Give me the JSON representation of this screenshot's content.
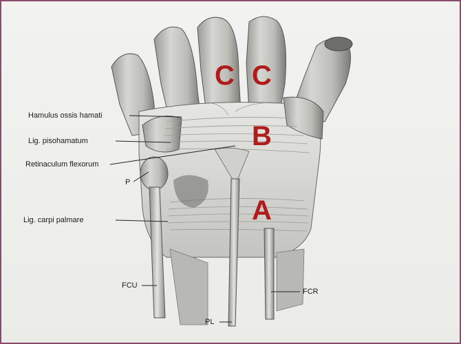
{
  "labels": {
    "hamulus": "Hamulus ossis hamati",
    "pisohamatum": "Lig. pisohamatum",
    "retinaculum": "Retinaculum flexorum",
    "p": "P",
    "carpi_palmare": "Lig. carpi palmare",
    "fcu": "FCU",
    "pl": "PL",
    "fcr": "FCR"
  },
  "regions": {
    "a": "A",
    "b": "B",
    "c1": "C",
    "c2": "C"
  },
  "colors": {
    "region_letter": "#b01c1c",
    "frame_border": "#8a4a6a",
    "leader_line": "#222222"
  }
}
